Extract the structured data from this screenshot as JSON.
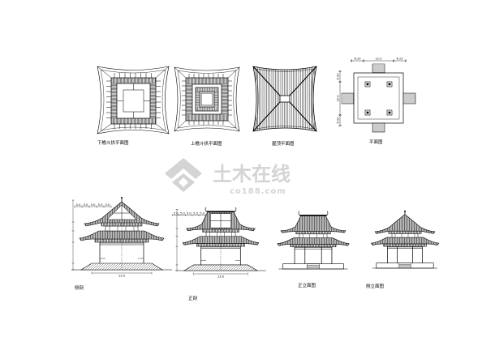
{
  "sheet": {
    "lower_bracket_plan": {
      "label": "下檐斗拱平面图"
    },
    "upper_bracket_plan": {
      "label": "上檐斗拱平面图"
    },
    "roof_plan": {
      "label": "屋顶平面图"
    },
    "floor_plan": {
      "label": "平面图",
      "dims_top": [
        "6.10",
        "12.0",
        "6.10"
      ],
      "dims_left": [
        "6.10",
        "12.0",
        "6.10"
      ]
    },
    "side_section": {
      "label": "侧剖",
      "dims_top": [
        "5.0",
        "5.0",
        "5.0",
        "5.0",
        "5.0"
      ],
      "dim_bottom": "13.0"
    },
    "front_section": {
      "label": "正剖",
      "dims_top": [
        "5.0",
        "5.0",
        "5.0",
        "5.0",
        "5.0"
      ],
      "dim_bottom": "13.0"
    },
    "front_elevation": {
      "label": "正立面图"
    },
    "side_elevation": {
      "label": "侧立面图"
    }
  },
  "watermark": {
    "title": "土木在线",
    "url": "co188.com"
  },
  "colors": {
    "line": "#000000",
    "background": "#ffffff",
    "watermark": "#d4d4d4"
  }
}
